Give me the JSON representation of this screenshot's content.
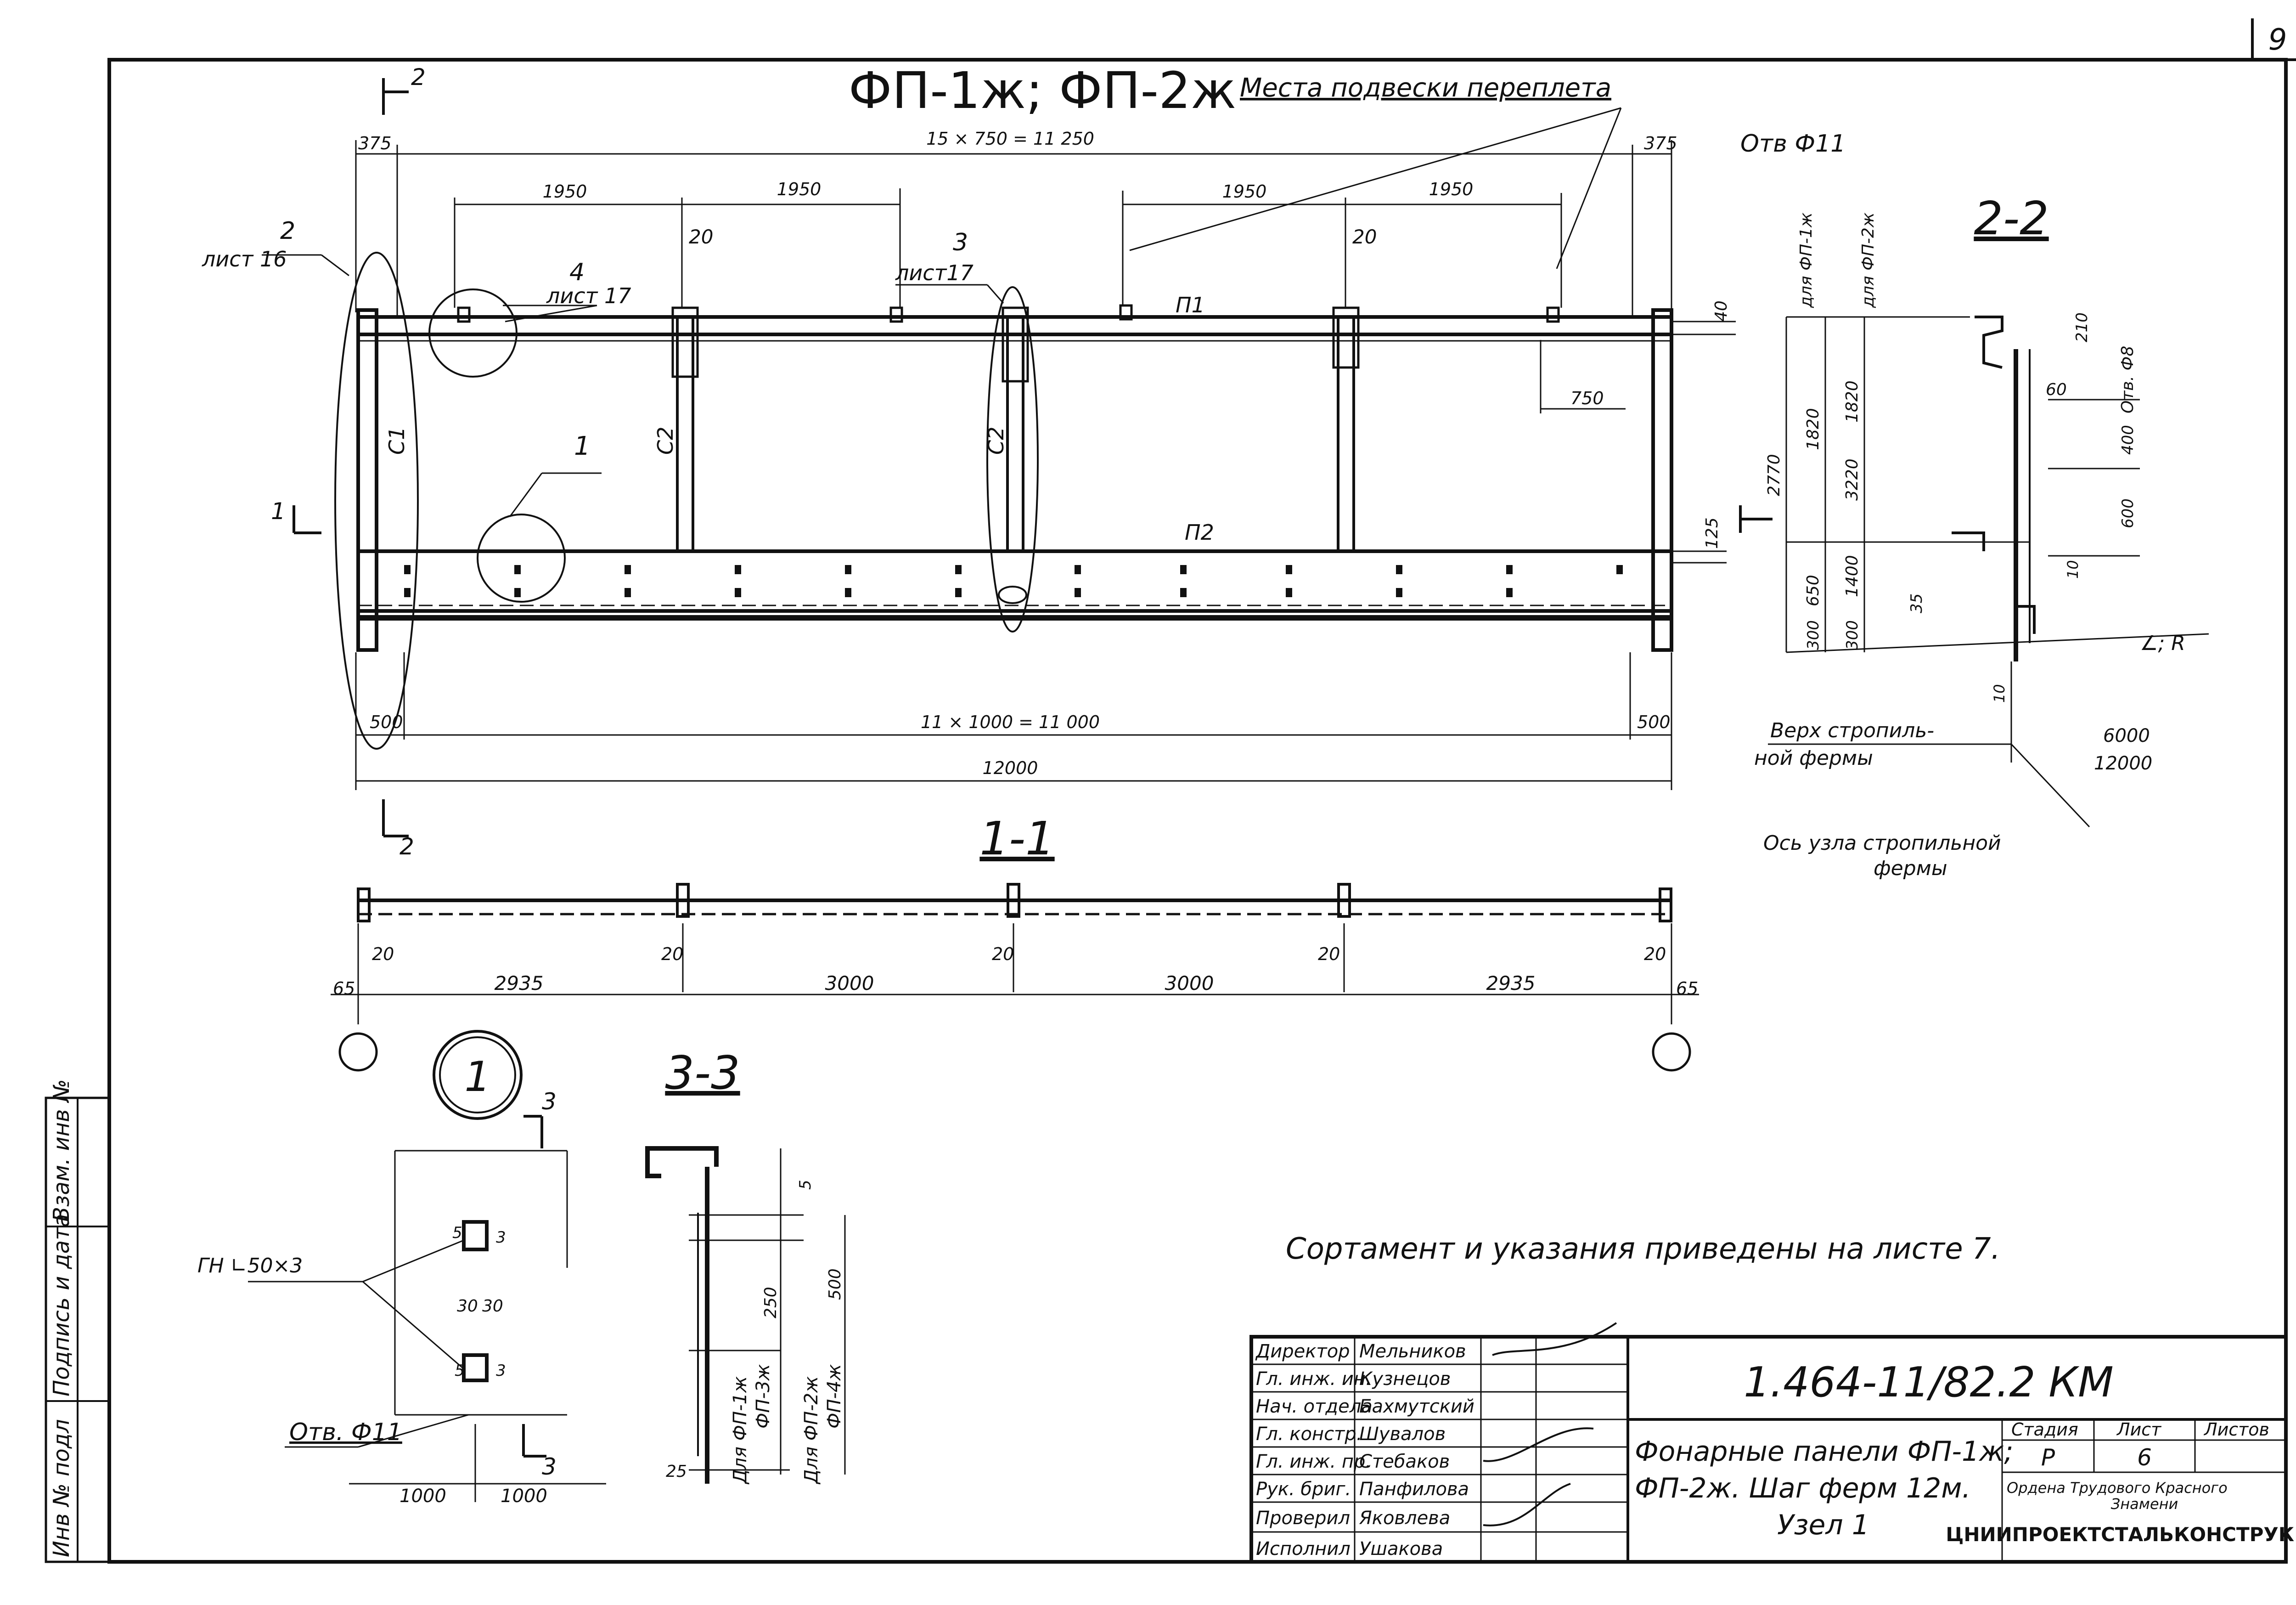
{
  "sheet": {
    "page_number": "9",
    "title_main": "ФП-1ж; ФП-2ж",
    "note_hangers": "Места подвески переплета",
    "hole_label_top": "Отв Ф11",
    "note_assortment": "Сортамент и указания приведены на листе 7."
  },
  "section_labels": {
    "s11": "1-1",
    "s22": "2-2",
    "s33": "3-3",
    "node1": "1",
    "cut1": "1",
    "cut2": "2",
    "cut3": "3"
  },
  "callouts": {
    "c2": "2",
    "c2_sheet": "лист 16",
    "c4": "4",
    "c4_sheet": "лист 17",
    "c3": "3",
    "c3_sheet": "лист17",
    "c1": "1"
  },
  "members": {
    "p1": "П1",
    "p2": "П2",
    "s1": "С1",
    "s2a": "С2",
    "s2b": "С2"
  },
  "elevation_dims": {
    "d375_l": "375",
    "d375_r": "375",
    "d15x750": "15 × 750 = 11 250",
    "d1950_1": "1950",
    "d1950_2": "1950",
    "d1950_3": "1950",
    "d1950_4": "1950",
    "d20_a": "20",
    "d20_b": "20",
    "d40": "40",
    "d750": "750",
    "d125": "125",
    "d500_l": "500",
    "d500_r": "500",
    "d11x1000": "11 × 1000 = 11 000",
    "d12000": "12000"
  },
  "plan_dims": {
    "d20_1": "20",
    "d20_2": "20",
    "d20_3": "20",
    "d20_4": "20",
    "d20_5": "20",
    "d65_l": "65",
    "d65_r": "65",
    "d2935_l": "2935",
    "d3000_1": "3000",
    "d3000_2": "3000",
    "d2935_r": "2935"
  },
  "section22": {
    "for_fp1": "для ФП-1ж",
    "for_fp2": "для ФП-2ж",
    "d2770": "2770",
    "d1820_a": "1820",
    "d1820_b": "1820",
    "d3220": "3220",
    "d650": "650",
    "d1400": "1400",
    "d300_a": "300",
    "d300_b": "300",
    "d35": "35",
    "d210": "210",
    "d60": "60",
    "hole8": "Отв. Ф8",
    "d400": "400",
    "d600": "600",
    "d10_a": "10",
    "d10_b": "10",
    "angle_r": "∠; R",
    "top_truss": "Верх стропиль-",
    "top_truss2": "ной фермы",
    "axis_node": "Ось узла стропильной",
    "axis_node2": "фермы",
    "d6000": "6000",
    "d12000": "12000"
  },
  "detail1": {
    "gn_label": "ГН ∟50×3",
    "d5_a": "5",
    "d3_a": "3",
    "d30_a": "30",
    "d30_b": "30",
    "d5_b": "5",
    "d3_b": "3",
    "hole11": "Отв. Ф11",
    "d1000_l": "1000",
    "d1000_r": "1000"
  },
  "section33": {
    "d5": "5",
    "d250": "250",
    "d500": "500",
    "d25": "25",
    "for_fp1": "Для ФП-1ж",
    "for_fp3": "ФП-3ж",
    "for_fp2": "Для ФП-2ж",
    "for_fp4": "ФП-4ж"
  },
  "left_strip": [
    "Инв № подл",
    "Подпись и дата",
    "Взам. инв №"
  ],
  "title_block": {
    "code": "1.464-11/82.2 КМ",
    "description_1": "Фонарные панели ФП-1ж;",
    "description_2": "ФП-2ж. Шаг ферм 12м.",
    "description_3": "Узел 1",
    "stage_h": "Стадия",
    "sheet_h": "Лист",
    "sheets_h": "Листов",
    "stage_v": "Р",
    "sheet_v": "6",
    "org_1": "Ордена Трудового Красного",
    "org_2": "Знамени",
    "org_name": "ЦНИИПРОЕКТСТАЛЬКОНСТРУКЦИЯ",
    "signers": [
      {
        "role": "Директор",
        "name": "Мельников"
      },
      {
        "role": "Гл. инж. ин.",
        "name": "Кузнецов"
      },
      {
        "role": "Нач. отдела",
        "name": "Бахмутский"
      },
      {
        "role": "Гл. констр.",
        "name": "Шувалов"
      },
      {
        "role": "Гл. инж. пр.",
        "name": "Стебаков"
      },
      {
        "role": "Рук. бриг.",
        "name": "Панфилова"
      },
      {
        "role": "Проверил",
        "name": "Яковлева"
      },
      {
        "role": "Исполнил",
        "name": "Ушакова"
      }
    ]
  }
}
